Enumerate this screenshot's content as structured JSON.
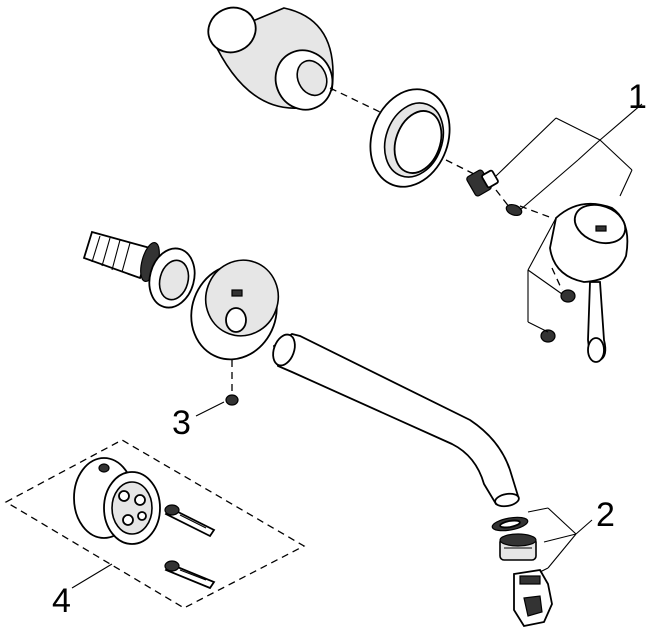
{
  "callouts": [
    {
      "id": "1",
      "label": "1"
    },
    {
      "id": "2",
      "label": "2"
    },
    {
      "id": "3",
      "label": "3"
    },
    {
      "id": "4",
      "label": "4"
    }
  ],
  "colors": {
    "ink": "#000000",
    "paper": "#ffffff",
    "shade": "#e6e6e6"
  }
}
